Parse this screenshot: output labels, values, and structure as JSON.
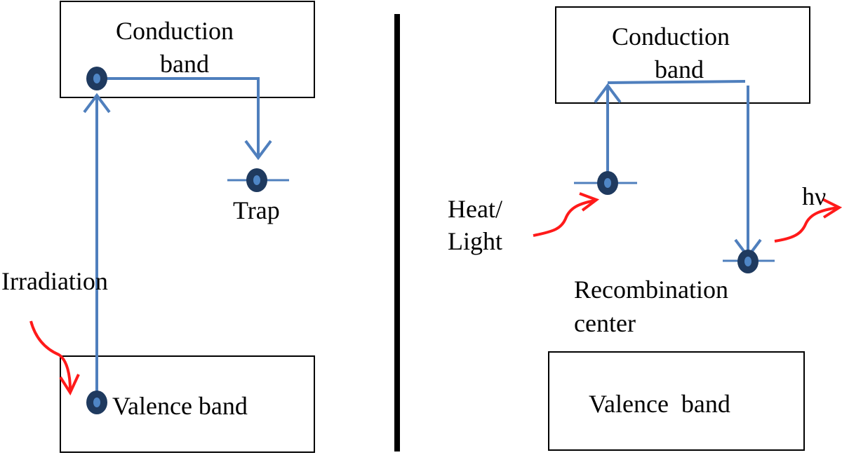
{
  "left_panel": {
    "conduction_band": {
      "line1": "Conduction",
      "line2": "band"
    },
    "valence_band": "Valence band",
    "trap": "Trap",
    "irradiation": "Irradiation"
  },
  "right_panel": {
    "conduction_band": {
      "line1": "Conduction",
      "line2": "band"
    },
    "valence_band": "Valence  band",
    "heat_light": {
      "line1": "Heat/",
      "line2": "Light"
    },
    "recombination_center": {
      "line1": "Recombination",
      "line2": "center"
    },
    "photon": "hν"
  },
  "colors": {
    "arrow": "#4f7fbd",
    "electron_fill": "#1f3a5f",
    "electron_center": "#4f86c6",
    "stimulus_arrow": "#ff1a1a",
    "box_border": "#000000",
    "divider": "#000000"
  }
}
